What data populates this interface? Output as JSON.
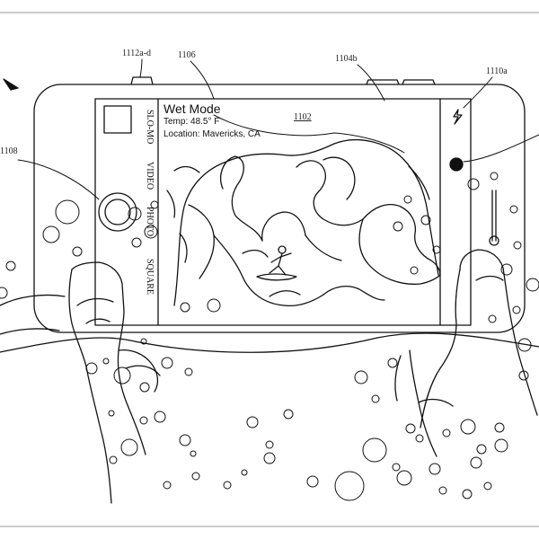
{
  "screen": {
    "title": "Wet Mode",
    "temp": "Temp: 48.5° F",
    "location": "Location: Mavericks, CA"
  },
  "modes": [
    "SLO-MO",
    "VIDEO",
    "PHOTO",
    "SQUARE"
  ],
  "refs": {
    "buttons": "1112a-d",
    "title_ref": "1106",
    "housing": "1104b",
    "flash": "1110a",
    "image": "1102",
    "shutter": "1108"
  }
}
